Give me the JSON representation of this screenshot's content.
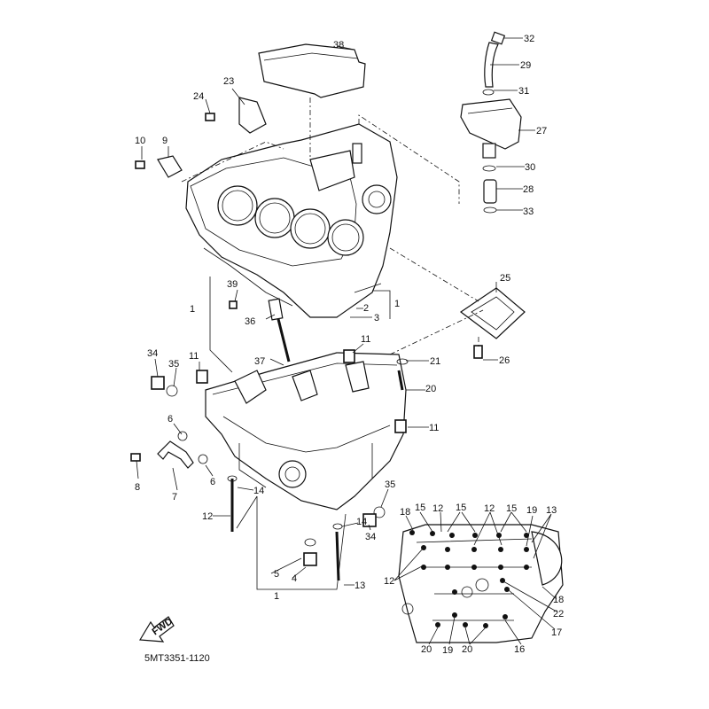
{
  "diagram": {
    "drawing_code": "5MT3351-1120",
    "fwd_arrow_text": "FWD",
    "callouts": [
      "38",
      "32",
      "29",
      "31",
      "27",
      "30",
      "28",
      "33",
      "23",
      "24",
      "10",
      "9",
      "25",
      "26",
      "1",
      "2",
      "3",
      "39",
      "1",
      "36",
      "11",
      "21",
      "37",
      "34",
      "35",
      "11",
      "20",
      "11",
      "6",
      "6",
      "8",
      "7",
      "14",
      "35",
      "12",
      "14",
      "34",
      "5",
      "4",
      "1",
      "13"
    ],
    "inset_callouts": [
      "18",
      "15",
      "12",
      "15",
      "12",
      "15",
      "19",
      "13",
      "12",
      "18",
      "22",
      "17",
      "20",
      "19",
      "20",
      "16"
    ]
  }
}
